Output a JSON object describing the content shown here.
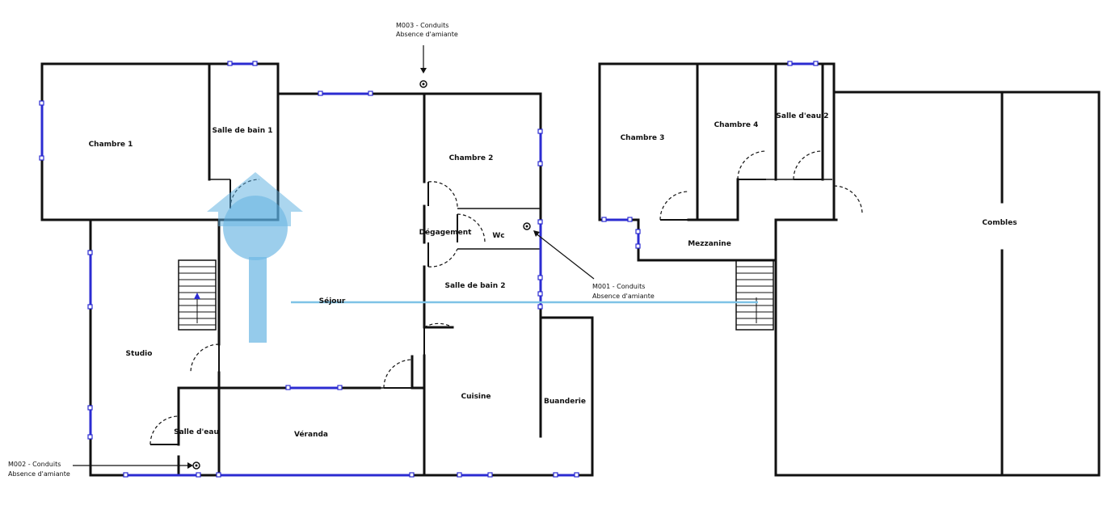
{
  "rooms": {
    "chambre1": "Chambre 1",
    "sdb1": "Salle de bain 1",
    "chambre2": "Chambre 2",
    "degagement": "Dégagement",
    "wc": "Wc",
    "sdb2": "Salle de bain 2",
    "sejour": "Séjour",
    "studio": "Studio",
    "salle_eau": "Salle d'eau",
    "veranda": "Véranda",
    "cuisine": "Cuisine",
    "buanderie": "Buanderie",
    "chambre3": "Chambre 3",
    "chambre4": "Chambre 4",
    "salle_eau2": "Salle d'eau 2",
    "mezzanine": "Mezzanine",
    "combles": "Combles"
  },
  "markers": {
    "m003": {
      "title": "M003 - Conduits",
      "status": "Absence d'amiante"
    },
    "m001": {
      "title": "M001 - Conduits",
      "status": "Absence d'amiante"
    },
    "m002": {
      "title": "M002 - Conduits",
      "status": "Absence d'amiante"
    }
  },
  "colors": {
    "wall": "#111111",
    "window": "#2b2bd1",
    "watermark": "#5aaee0",
    "connector": "#7ec3e6"
  },
  "icons": {
    "watermark": "house-key-watermark-icon",
    "marker": "sample-point-icon",
    "stairs": "stairs-icon"
  }
}
